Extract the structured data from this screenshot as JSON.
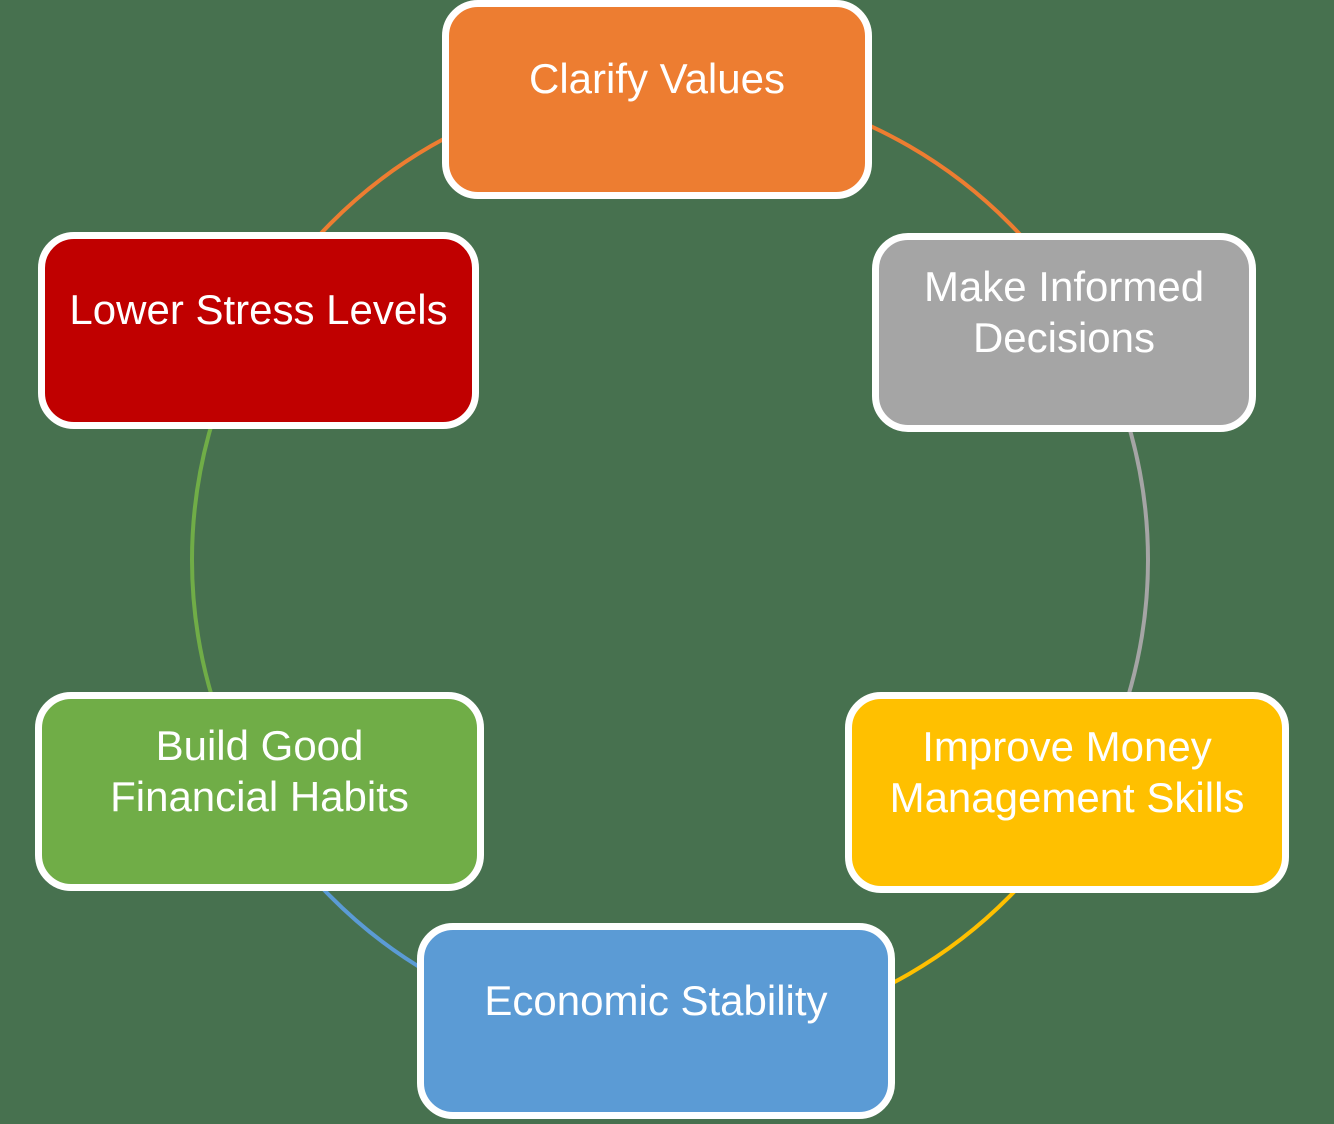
{
  "colors": {
    "background": "#47714F",
    "node_border": "#FFFFFF",
    "text": "#FFFFFF"
  },
  "diagram": {
    "type": "cycle",
    "direction": "clockwise",
    "nodes": [
      {
        "label": "Clarify Values",
        "color": "#ED7D31",
        "position": "top"
      },
      {
        "label": "Make Informed\nDecisions",
        "color": "#A5A5A5",
        "position": "upper-right"
      },
      {
        "label": "Improve Money\nManagement Skills",
        "color": "#FFC000",
        "position": "lower-right"
      },
      {
        "label": "Economic Stability",
        "color": "#5B9BD5",
        "position": "bottom"
      },
      {
        "label": "Build Good\nFinancial Habits",
        "color": "#70AD47",
        "position": "lower-left"
      },
      {
        "label": "Lower Stress Levels",
        "color": "#C00000",
        "position": "upper-left"
      }
    ],
    "connectors": [
      {
        "from": "Clarify Values",
        "to": "Make Informed Decisions",
        "color": "#ED7D31"
      },
      {
        "from": "Make Informed Decisions",
        "to": "Improve Money Management Skills",
        "color": "#A5A5A5"
      },
      {
        "from": "Improve Money Management Skills",
        "to": "Economic Stability",
        "color": "#FFC000"
      },
      {
        "from": "Economic Stability",
        "to": "Build Good Financial Habits",
        "color": "#5B9BD5"
      },
      {
        "from": "Build Good Financial Habits",
        "to": "Lower Stress Levels",
        "color": "#70AD47"
      },
      {
        "from": "Lower Stress Levels",
        "to": "Clarify Values",
        "color": "#ED7D31"
      }
    ]
  }
}
